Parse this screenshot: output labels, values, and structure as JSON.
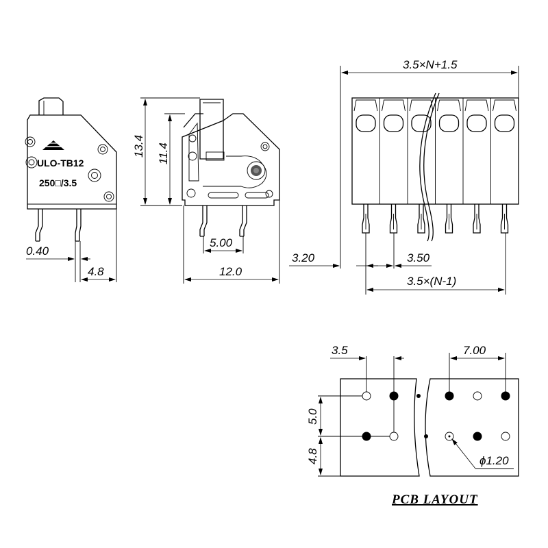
{
  "product": {
    "model": "ULO-TB12",
    "rating": "250□/3.5"
  },
  "dimensions": {
    "total_length": "3.5×N+1.5",
    "height_overall": "13.4",
    "height_body": "11.4",
    "pin_width": "0.40",
    "pin_offset": "4.8",
    "pin_spacing_side": "5.00",
    "body_depth": "12.0",
    "first_pin_offset": "3.20",
    "pitch": "3.50",
    "pitch_span": "3.5×(N-1)"
  },
  "pcb_layout": {
    "title": "PCB LAYOUT",
    "pitch": "3.5",
    "pitch_double": "7.00",
    "row_spacing": "5.0",
    "edge_offset": "4.8",
    "hole_diameter": "ϕ1.20"
  }
}
